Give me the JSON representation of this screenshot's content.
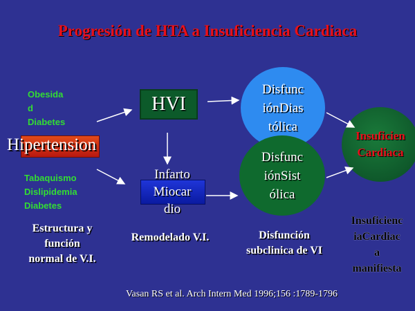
{
  "title": "Progresión de HTA a Insuficiencia Cardiaca",
  "risk_top": [
    "Obesida",
    "d",
    "Diabetes"
  ],
  "risk_bottom": [
    "Tabaquismo",
    "Dislipidemia",
    "Diabetes"
  ],
  "hipertension": "Hipertension",
  "hvi": "HVI",
  "infarto": [
    "Infarto",
    "Miocar",
    "dio"
  ],
  "disf_diastolica": [
    "Disfunc",
    "iónDias",
    "tólica"
  ],
  "disf_sistolica": [
    "Disfunc",
    "iónSist",
    "ólica"
  ],
  "ic_circle": [
    "Insuficien",
    "Cardiaca"
  ],
  "estructura": [
    "Estructura y",
    "función",
    "normal de V.I."
  ],
  "remodelado": "Remodelado V.I.",
  "subclinica": [
    "Disfunción",
    "subclinica de VI"
  ],
  "ic_manifiesta": [
    "Insuficienc",
    "iaCardiac",
    "a",
    "manifiesta"
  ],
  "citation": "Vasan RS  et al. Arch Intern Med 1996;156 :1789-1796",
  "colors": {
    "background": "#2e3192",
    "title": "#e8101a",
    "green_text": "#33dd33",
    "light_blue_circle": "#2e8bf0",
    "dark_green_circle": "#0f6a2e"
  }
}
